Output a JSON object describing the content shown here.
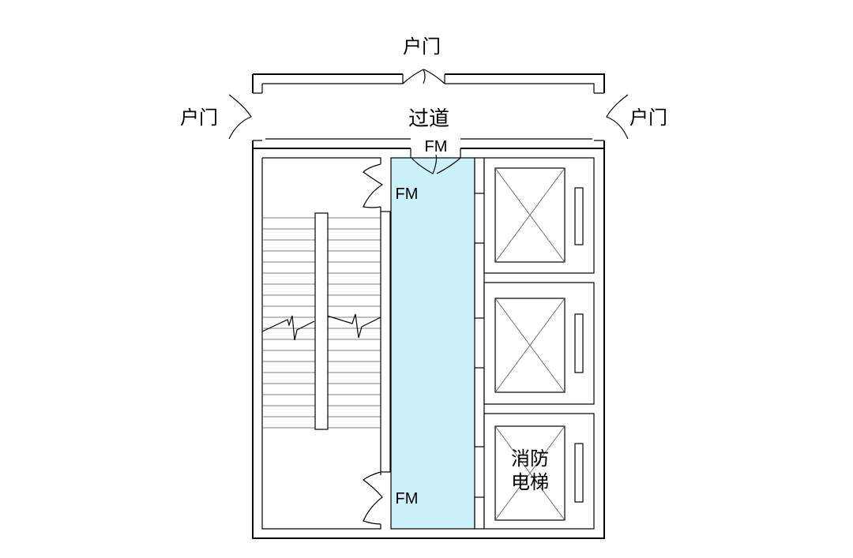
{
  "labels": {
    "door_top": "户门",
    "door_left": "户门",
    "door_right": "户门",
    "corridor": "过道",
    "fm_top": "FM",
    "fm_stair_top": "FM",
    "fm_stair_bottom": "FM",
    "fire_elevator_line1": "消防",
    "fire_elevator_line2": "电梯"
  },
  "colors": {
    "anteroom_fill": "#cdf1fa",
    "wall": "#000000",
    "background": "#ffffff"
  }
}
